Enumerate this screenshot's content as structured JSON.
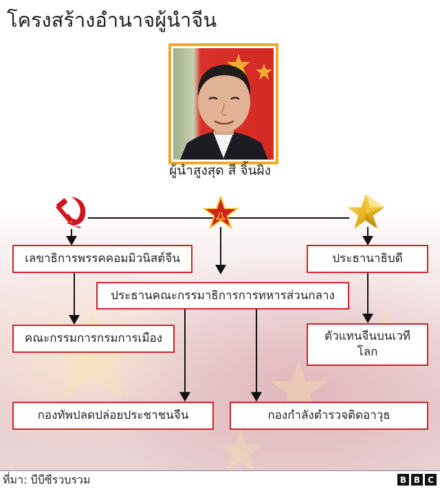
{
  "title": "โครงสร้างอำนาจผู้นำจีน",
  "leader": {
    "caption": "ผู้นำสูงสุด สี จิ้นผิง",
    "frame_color": "#f0a820"
  },
  "icons": {
    "party": "hammer-and-sickle",
    "military": "red-army-star",
    "state": "gold-star"
  },
  "boxes": {
    "party_secretary": "เลขาธิการพรรคคอมมิวนิสต์จีน",
    "president": "ประธานาธิบดี",
    "cmc_chairman": "ประธานคณะกรรมาธิการการทหารส่วนกลาง",
    "politburo": "คณะกรรมการกรมการเมือง",
    "world_representative": "ตัวแทนจีนบนเวทีโลก",
    "pla": "กองทัพปลดปล่อยประชาชนจีน",
    "armed_police": "กองกำลังตำรวจติดอาวุธ"
  },
  "colors": {
    "box_border": "#d0202a",
    "line": "#111111"
  },
  "footer": {
    "source": "ที่มา: บีบีซีรวบรวม",
    "logo": [
      "B",
      "B",
      "C"
    ]
  }
}
